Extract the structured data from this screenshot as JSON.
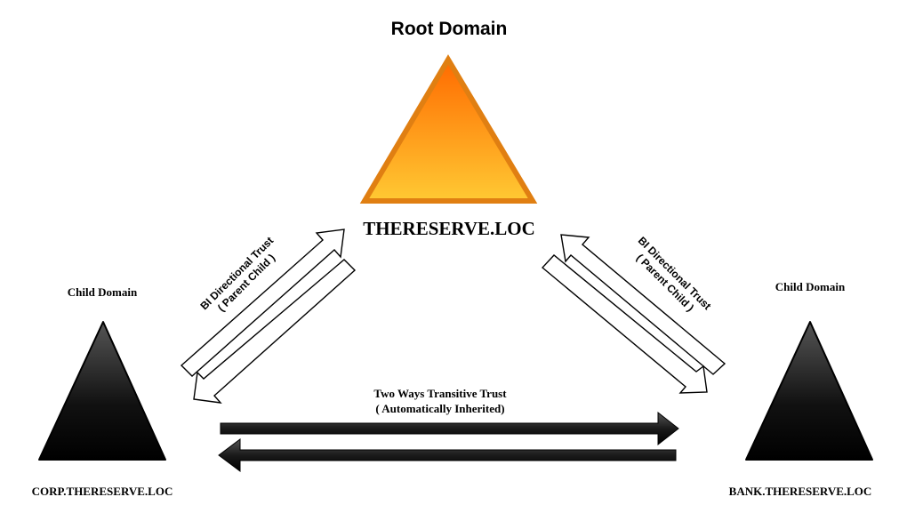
{
  "root": {
    "title": "Root Domain",
    "name": "THERESERVE.LOC",
    "color_top": "#ff7a0f",
    "color_bottom": "#ffcc33",
    "border": "#e07a10"
  },
  "children": {
    "left": {
      "label": "Child Domain",
      "name": "CORP.THERESERVE.LOC"
    },
    "right": {
      "label": "Child Domain",
      "name": "BANK.THERESERVE.LOC"
    },
    "color_top": "#3a3a3a",
    "color_bottom": "#000000"
  },
  "trusts": {
    "left": {
      "line1": "BI Directional Trust",
      "line2": "( Parent Child )"
    },
    "right": {
      "line1": "BI Directional Trust",
      "line2": "( Parent Child )"
    },
    "horizontal": {
      "line1": "Two Ways Transitive Trust",
      "line2": "( Automatically Inherited)"
    }
  }
}
